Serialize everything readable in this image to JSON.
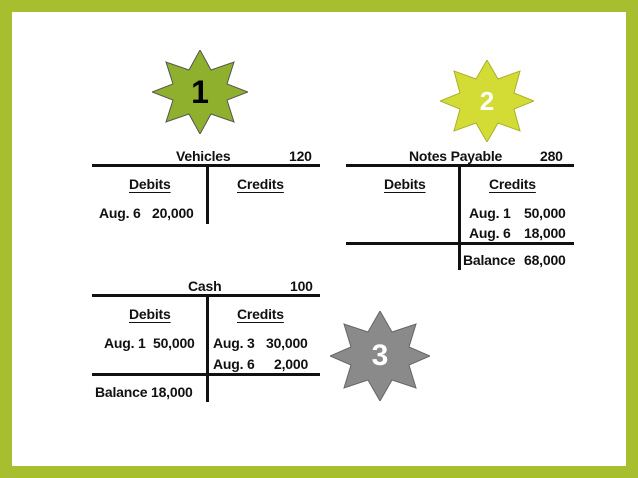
{
  "badges": [
    {
      "number": "1",
      "color": "#8fb02c",
      "text_color": "#000000"
    },
    {
      "number": "2",
      "color": "#d3dc35",
      "text_color": "#ffffff"
    },
    {
      "number": "3",
      "color": "#8a8a8a",
      "text_color": "#ffffff"
    }
  ],
  "accounts": {
    "vehicles": {
      "name": "Vehicles",
      "number": "120",
      "debit_header": "Debits",
      "credit_header": "Credits",
      "debits": [
        {
          "label": "Aug. 6",
          "amount": "20,000"
        }
      ],
      "credits": []
    },
    "notes_payable": {
      "name": "Notes Payable",
      "number": "280",
      "debit_header": "Debits",
      "credit_header": "Credits",
      "debits": [],
      "credits": [
        {
          "label": "Aug. 1",
          "amount": "50,000"
        },
        {
          "label": "Aug. 6",
          "amount": "18,000"
        }
      ],
      "balance_label": "Balance",
      "balance_amount": "68,000"
    },
    "cash": {
      "name": "Cash",
      "number": "100",
      "debit_header": "Debits",
      "credit_header": "Credits",
      "debits": [
        {
          "label": "Aug. 1",
          "amount": "50,000"
        }
      ],
      "credits": [
        {
          "label": "Aug. 3",
          "amount": "30,000"
        },
        {
          "label": "Aug. 6",
          "amount": "2,000"
        }
      ],
      "balance_label": "Balance",
      "balance_amount": "18,000"
    }
  }
}
